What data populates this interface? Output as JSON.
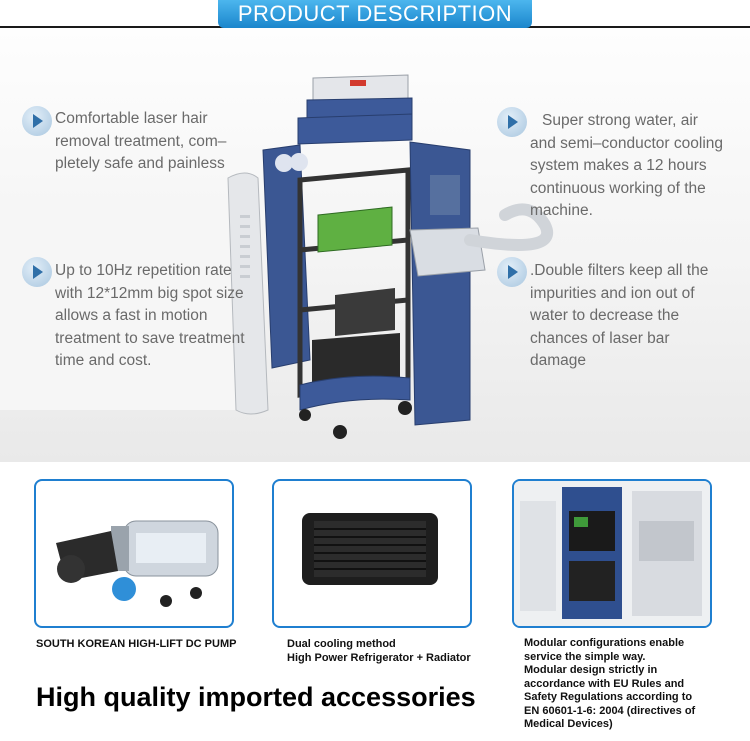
{
  "header": {
    "title": "PRODUCT DESCRIPTION"
  },
  "features": {
    "left_top": [
      "Comfortable laser hair",
      "removal treatment, com–",
      "pletely safe and painless"
    ],
    "left_bottom": [
      "Up to 10Hz repetition rate",
      "with 12*12mm big spot size",
      "allows a fast in motion",
      "treatment to save treatment",
      "time and cost."
    ],
    "right_top": [
      "Super strong water, air",
      "and semi–conductor cooling",
      "system makes a 12 hours",
      "continuous working of the",
      "machine."
    ],
    "right_bottom": [
      ".Double filters keep all the",
      "impurities and ion out of",
      "water to decrease the",
      "chances of laser bar",
      "damage"
    ]
  },
  "accessories": {
    "pump": {
      "caption": "SOUTH KOREAN HIGH-LIFT DC PUMP"
    },
    "radiator": {
      "caption": [
        "Dual cooling method",
        "High Power Refrigerator + Radiator"
      ]
    },
    "modular": {
      "caption": [
        "Modular configurations enable",
        "service the simple way.",
        "Modular design strictly in",
        "accordance with  EU Rules and",
        "Safety Regulations  according to",
        "EN 60601-1-6: 2004 (directives of",
        "Medical Devices)"
      ]
    }
  },
  "footer": {
    "title": "High quality imported accessories"
  },
  "colors": {
    "accent": "#1f7fd0",
    "header_gradient_top": "#4cb6ee",
    "machine_blue": "#3a5590"
  },
  "icons": [
    "arrow-icon",
    "pump-image",
    "radiator-image",
    "modular-photo"
  ]
}
